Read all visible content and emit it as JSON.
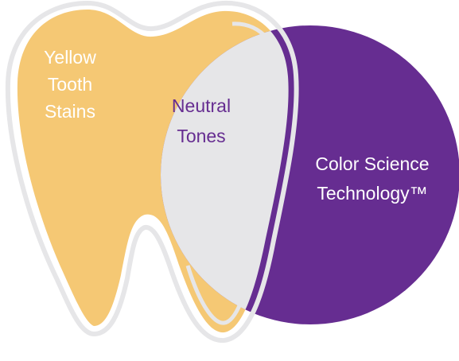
{
  "diagram": {
    "regions": [
      {
        "id": "yellow",
        "label_lines": [
          "Yellow",
          "Tooth",
          "Stains"
        ],
        "fill": "#F5C874",
        "text_color": "#FFFFFF"
      },
      {
        "id": "neutral",
        "label_lines": [
          "Neutral",
          "Tones"
        ],
        "fill": "#E6E6E8",
        "text_color": "#662D91"
      },
      {
        "id": "science",
        "label_lines": [
          "Color Science",
          "Technology™"
        ],
        "fill": "#662D91",
        "text_color": "#FFFFFF"
      }
    ],
    "outline_color": "#E6E6E8"
  }
}
